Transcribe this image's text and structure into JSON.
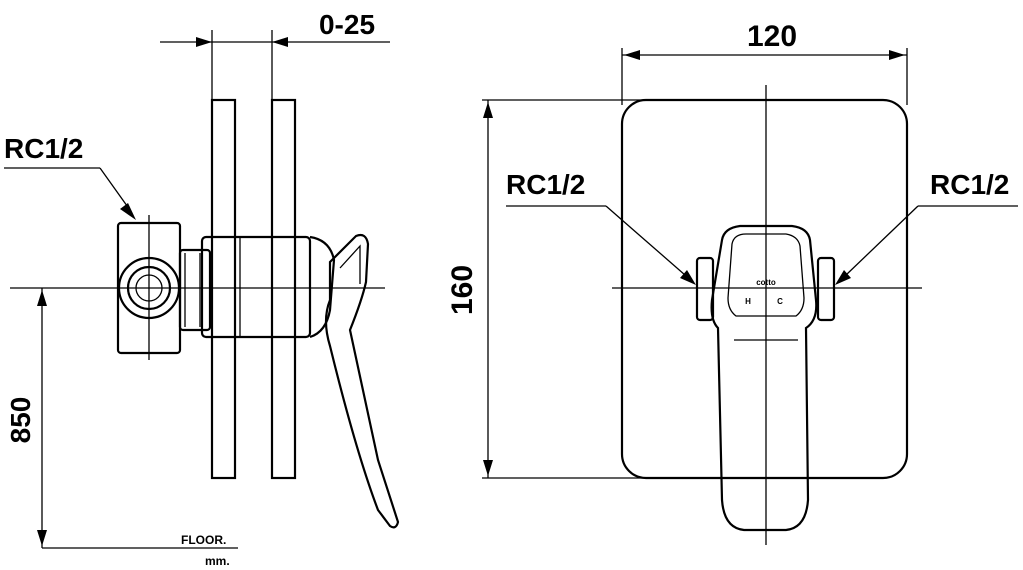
{
  "dimensions": {
    "wall_range": "0-25",
    "width": "120",
    "height": "160",
    "mount_height": "850"
  },
  "thread_labels": {
    "side_inlet": "RC1/2",
    "front_left_inlet": "RC1/2",
    "front_right_inlet": "RC1/2"
  },
  "floor": {
    "label": "FLOOR.",
    "unit": "mm."
  },
  "handle": {
    "brand": "cotto",
    "hot": "H",
    "cold": "C"
  }
}
